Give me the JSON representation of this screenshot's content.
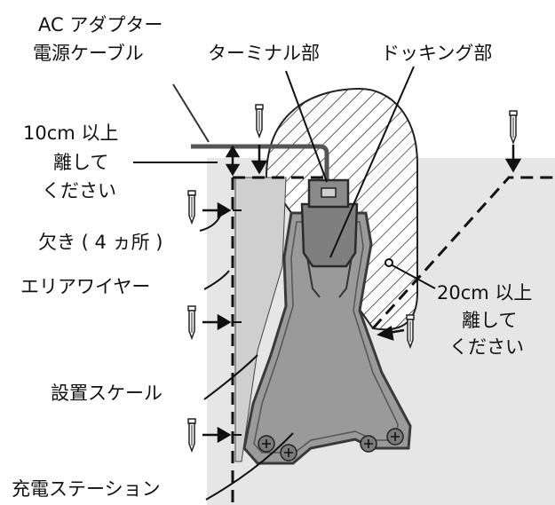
{
  "labels": {
    "ac_adapter": "AC アダプター",
    "power_cable": "電源ケーブル",
    "terminal": "ターミナル部",
    "docking": "ドッキング部",
    "dist_10_a": "10cm 以上",
    "dist_10_b": "離して",
    "dist_10_c": "ください",
    "notch": "欠き ( 4 ヵ所 )",
    "area_wire": "エリアワイヤー",
    "dist_20_a": "20cm 以上",
    "dist_20_b": "離して",
    "dist_20_c": "ください",
    "install_scale": "設置スケール",
    "charging_station": "充電ステーション"
  },
  "colors": {
    "lawn": "#e6e6e6",
    "scale": "#cfcfcf",
    "station_body": "#9a9a9a",
    "station_edge": "#3a3a3a",
    "cable": "#555555",
    "line": "#111111"
  }
}
